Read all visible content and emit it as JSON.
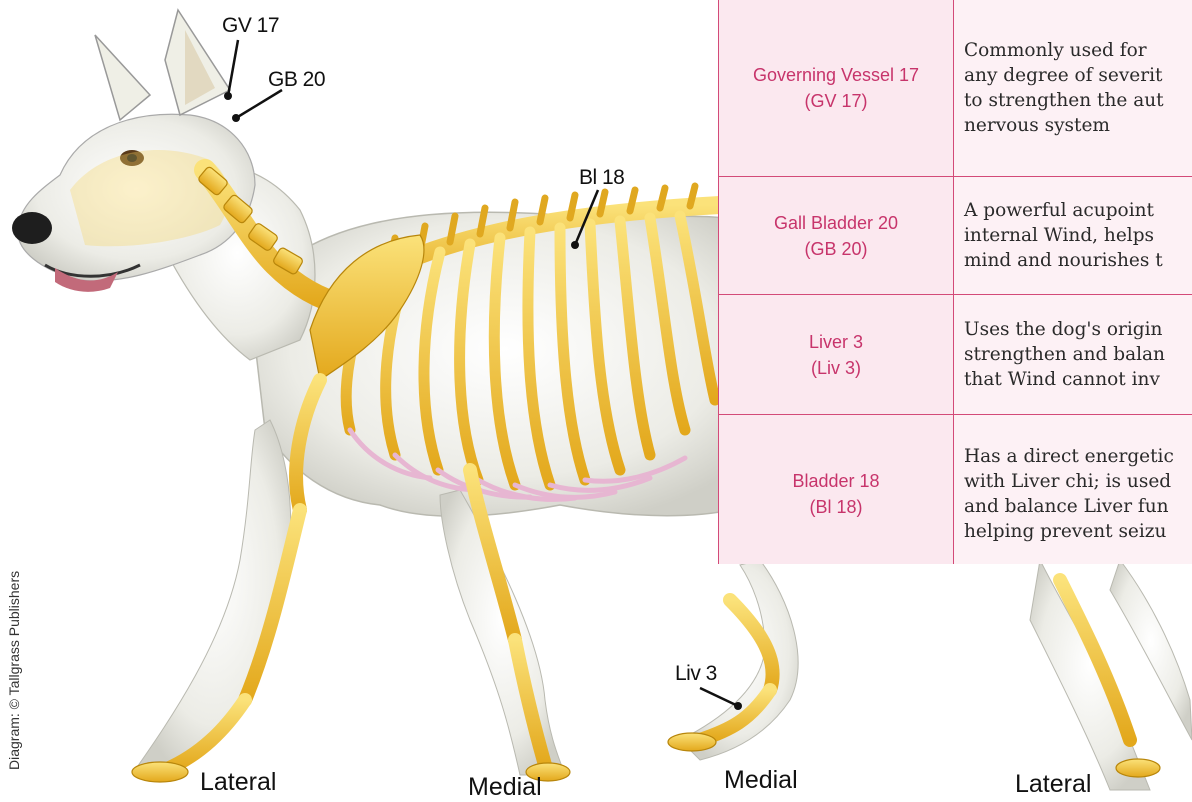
{
  "point_labels": {
    "gv17": "GV 17",
    "gb20": "GB 20",
    "bl18": "Bl 18",
    "liv3": "Liv 3"
  },
  "view_labels": [
    "Lateral",
    "Medial",
    "Medial",
    "Lateral"
  ],
  "credit": "Diagram: © Tallgrass Publishers",
  "table": {
    "rows": [
      {
        "name": "Governing Vessel 17",
        "abbr": "(GV 17)",
        "desc": [
          "Commonly used for",
          "any degree of severit",
          "to strengthen the aut",
          "nervous system"
        ]
      },
      {
        "name": "Gall Bladder 20",
        "abbr": "(GB 20)",
        "desc": [
          "A powerful acupoint",
          "internal Wind, helps",
          "mind and nourishes t"
        ]
      },
      {
        "name": "Liver 3",
        "abbr": "(Liv 3)",
        "desc": [
          "Uses the dog's origin",
          "strengthen and balan",
          "that Wind cannot inv"
        ]
      },
      {
        "name": "Bladder 18",
        "abbr": "(Bl 18)",
        "desc": [
          "Has a direct energetic",
          "with Liver chi; is used",
          "and balance Liver fun",
          "helping prevent seizu"
        ]
      }
    ]
  },
  "colors": {
    "table_border": "#d34a78",
    "table_name_text": "#c7346b",
    "table_fill": "#fbe8ef",
    "bone": "#f2c93a",
    "fur": "#e9e9e2"
  }
}
